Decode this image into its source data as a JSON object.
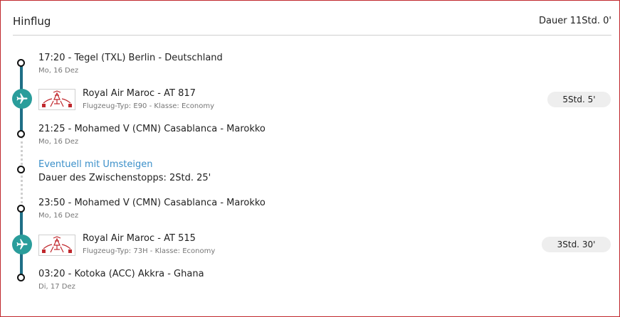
{
  "header": {
    "title": "Hinflug",
    "total_duration": "Dauer 11Std. 0'"
  },
  "stops": [
    {
      "time": "17:20",
      "airport": "Tegel",
      "code": "(TXL)",
      "location": "Berlin - Deutschland",
      "date": "Mo, 16 Dez"
    },
    {
      "time": "21:25",
      "airport": "Mohamed V",
      "code": "(CMN)",
      "location": "Casablanca - Marokko",
      "date": "Mo, 16 Dez"
    },
    {
      "time": "23:50",
      "airport": "Mohamed V",
      "code": "(CMN)",
      "location": "Casablanca - Marokko",
      "date": "Mo, 16 Dez"
    },
    {
      "time": "03:20",
      "airport": "Kotoka",
      "code": "(ACC)",
      "location": "Akkra - Ghana",
      "date": "Di, 17 Dez"
    }
  ],
  "flights": [
    {
      "airline": "Royal Air Maroc",
      "flight_no": "AT 817",
      "aircraft_label": "Flugzeug-Typ:",
      "aircraft": "E90",
      "class_label": "Klasse:",
      "class": "Economy",
      "duration": "5Std. 5'"
    },
    {
      "airline": "Royal Air Maroc",
      "flight_no": "AT 515",
      "aircraft_label": "Flugzeug-Typ:",
      "aircraft": "73H",
      "class_label": "Klasse:",
      "class": "Economy",
      "duration": "3Std. 30'"
    }
  ],
  "layover": {
    "title": "Eventuell mit Umsteigen",
    "text": "Dauer des Zwischenstopps: 2Std. 25'"
  },
  "icons": {
    "plane": "airplane-icon",
    "logo": "royal-air-maroc-logo"
  },
  "colors": {
    "timeline": "#1f6f86",
    "plane_badge": "#2a9d9b",
    "link": "#3a8fc9",
    "border": "#c0282d"
  }
}
